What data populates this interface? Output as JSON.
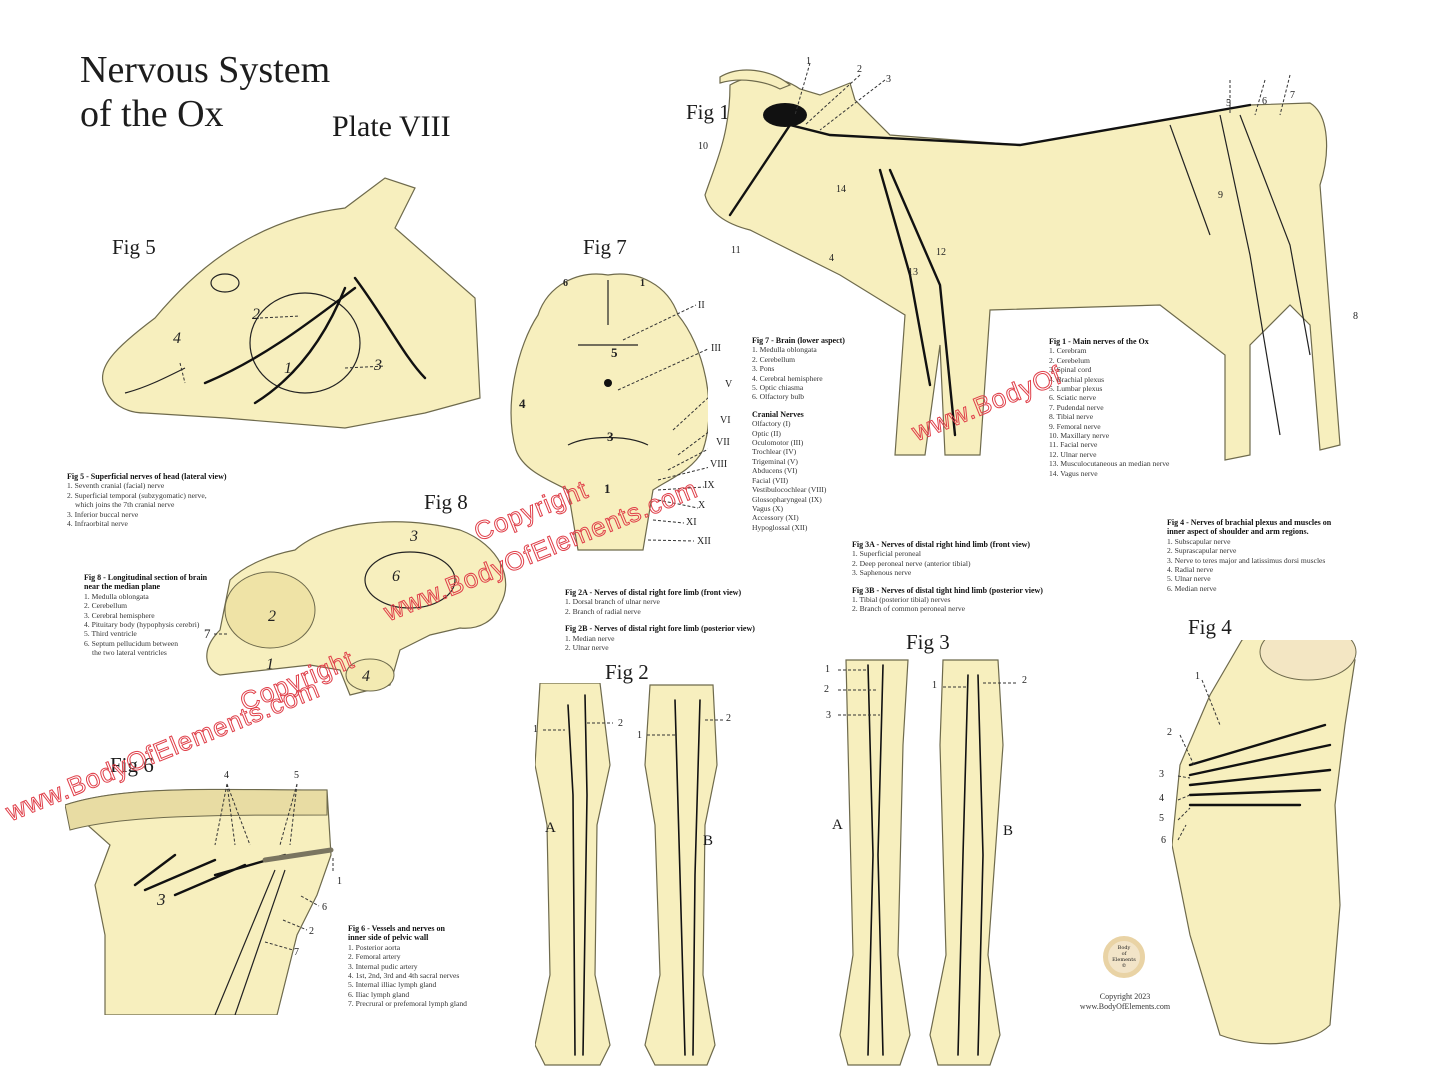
{
  "header": {
    "title_line1": "Nervous System",
    "title_line2": "of the Ox",
    "plate": "Plate VIII"
  },
  "figures": {
    "fig1": {
      "label": "Fig 1",
      "legend_title": "Fig 1 - Main nerves of the Ox",
      "items": [
        "1. Cerebram",
        "2. Cerebelum",
        "3. Spinal cord",
        "4. Brachial plexus",
        "5. Lumbar plexus",
        "6. Sciatic nerve",
        "7. Pudendal nerve",
        "8. Tibial nerve",
        "9. Femoral nerve",
        "10. Maxillary nerve",
        "11. Facial nerve",
        "12. Ulnar nerve",
        "13. Musculocutaneous an median nerve",
        "14. Vagus nerve"
      ],
      "callouts": [
        "1",
        "2",
        "3",
        "4",
        "5",
        "6",
        "7",
        "8",
        "9",
        "10",
        "11",
        "12",
        "13",
        "14"
      ]
    },
    "fig2": {
      "label": "Fig 2",
      "legend_a_title": "Fig 2A - Nerves of distal right fore limb (front view)",
      "legend_a_items": [
        "1. Dorsal branch of ulnar nerve",
        "2. Branch of radial nerve"
      ],
      "legend_b_title": "Fig 2B - Nerves of distal right fore limb (posterior view)",
      "legend_b_items": [
        "1. Median nerve",
        "2. Ulnar nerve"
      ],
      "view_a": "A",
      "view_b": "B",
      "callouts": [
        "1",
        "2",
        "1",
        "2"
      ]
    },
    "fig3": {
      "label": "Fig 3",
      "legend_a_title": "Fig 3A - Nerves of distal right hind limb (front view)",
      "legend_a_items": [
        "1. Superficial peroneal",
        "2. Deep peroneal nerve (anterior tibial)",
        "3. Saphenous nerve"
      ],
      "legend_b_title": "Fig 3B - Nerves of distal tight hind limb (posterior view)",
      "legend_b_items": [
        "1. Tibial (posterior tibial) nerves",
        "2. Branch of common peroneal nerve"
      ],
      "view_a": "A",
      "view_b": "B",
      "callouts": [
        "1",
        "2",
        "3",
        "1",
        "2"
      ]
    },
    "fig4": {
      "label": "Fig 4",
      "legend_title_line1": "Fig 4 - Nerves of brachial plexus and muscles on",
      "legend_title_line2": "inner aspect of shoulder and arm regions.",
      "items": [
        "1. Subscapular nerve",
        "2. Suprascapular nerve",
        "3. Nerve to teres major and latissimus dorsi muscles",
        "4. Radial nerve",
        "5. Ulnar nerve",
        "6. Median nerve"
      ],
      "callouts": [
        "1",
        "2",
        "3",
        "4",
        "5",
        "6"
      ]
    },
    "fig5": {
      "label": "Fig 5",
      "legend_title": "Fig 5 - Superficial nerves of head (lateral view)",
      "items": [
        "1. Seventh cranial (facial) nerve",
        "2. Superficial temporal (subzygomatic) nerve,",
        "which joins the 7th cranial nerve",
        "3. Inferior buccal nerve",
        "4. Infraorbital nerve"
      ],
      "callouts": [
        "1",
        "2",
        "3",
        "4"
      ]
    },
    "fig6": {
      "label": "Fig 6",
      "legend_title_line1": "Fig 6 - Vessels and nerves on",
      "legend_title_line2": "inner side of pelvic wall",
      "items": [
        "1. Posterior aorta",
        "2. Femoral artery",
        "3. Internal pudic artery",
        "4. 1st, 2nd, 3rd and 4th sacral nerves",
        "5. Internal illiac lymph gland",
        "6. Iliac lymph gland",
        "7. Precrural or prefemoral lymph gland"
      ],
      "callouts": [
        "1",
        "2",
        "3",
        "4",
        "5",
        "6",
        "7"
      ]
    },
    "fig7": {
      "label": "Fig 7",
      "legend_title": "Fig 7 - Brain (lower aspect)",
      "items": [
        "1. Medulla oblongata",
        "2. Cerebellum",
        "3. Pons",
        "4. Cerebral hemisphere",
        "5. Optic chiasma",
        "6. Olfactory bulb"
      ],
      "cranial_title": "Cranial Nerves",
      "cranial_items": [
        "Olfactory (I)",
        "Optic (II)",
        "Oculomotor (III)",
        "Trochlear (IV)",
        "Trigeminal (V)",
        "Abducens (VI)",
        "Facial (VII)",
        "Vestibulocochlear (VIII)",
        "Glossopharyngeal (IX)",
        "Vagus (X)",
        "Accessory (XI)",
        "Hypoglossal (XII)"
      ],
      "region_numbers": [
        "6",
        "1",
        "5",
        "4",
        "3",
        "1"
      ],
      "roman_callouts": [
        "II",
        "III",
        "V",
        "VI",
        "VII",
        "VIII",
        "IX",
        "X",
        "XI",
        "XII"
      ]
    },
    "fig8": {
      "label": "Fig 8",
      "legend_title_line1": "Fig 8 - Longitudinal section of brain",
      "legend_title_line2": "near the median plane",
      "items": [
        "1. Medulla oblongata",
        "2. Cerebellum",
        "3. Cerebral hemisphere",
        "4. Pituitary body (hypophysis cerebri)",
        "5. Third ventricle",
        "6. Septum pellucidum between",
        "the two lateral ventricles"
      ],
      "callouts": [
        "1",
        "2",
        "3",
        "4",
        "6",
        "7"
      ]
    }
  },
  "footer": {
    "logo_line1": "Body",
    "logo_line2": "of",
    "logo_line3": "Elements",
    "logo_mark": "©",
    "copyright": "Copyright 2023",
    "website": "www.BodyOfElements.com"
  },
  "watermark": {
    "text": "www.BodyOfElements.com Copyright www.BodyOfElements.com Copyright www.BodyOf",
    "color": "#e0404a"
  },
  "colors": {
    "parchment": "#f7efbe",
    "ink": "#111111",
    "watermark": "#e0404a"
  }
}
